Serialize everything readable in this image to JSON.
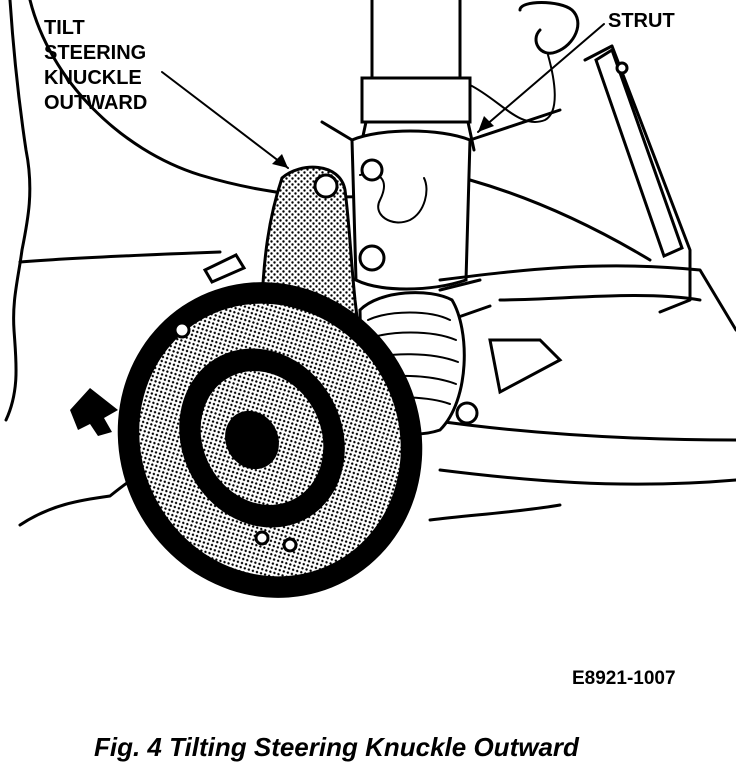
{
  "labels": {
    "tilt_line1": "TILT",
    "tilt_line2": "STEERING",
    "tilt_line3": "KNUCKLE",
    "tilt_line4": "OUTWARD",
    "strut": "STRUT"
  },
  "figure_code": "E8921-1007",
  "caption": "Fig. 4 Tilting Steering Knuckle Outward"
}
